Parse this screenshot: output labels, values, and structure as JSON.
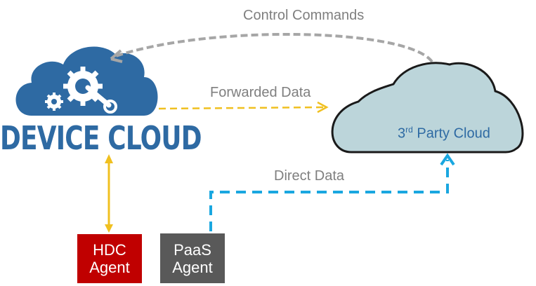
{
  "nodes": {
    "device_cloud": {
      "label": "DEVICE CLOUD",
      "color": "#2e6aa3"
    },
    "third_party_cloud": {
      "label_prefix": "3",
      "label_sup": "rd",
      "label_rest": " Party Cloud",
      "fill": "#bcd5da",
      "text_color": "#2e6aa3"
    },
    "hdc_agent": {
      "line1": "HDC",
      "line2": "Agent",
      "color": "#c00000"
    },
    "paas_agent": {
      "line1": "PaaS",
      "line2": "Agent",
      "color": "#595959"
    }
  },
  "edges": {
    "control_commands": {
      "label": "Control Commands",
      "color": "#a6a6a6"
    },
    "forwarded_data": {
      "label": "Forwarded Data",
      "color": "#f0c020"
    },
    "direct_data": {
      "label": "Direct Data",
      "color": "#1aa7e0"
    },
    "hdc_link": {
      "color": "#f0c020"
    }
  }
}
